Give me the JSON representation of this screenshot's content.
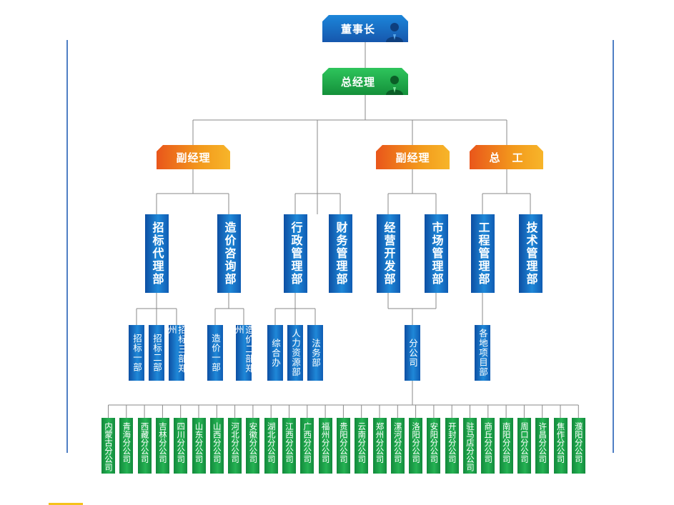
{
  "chairman": {
    "label": "董事长",
    "icon": "person-icon"
  },
  "gm": {
    "label": "总经理",
    "icon": "person-icon"
  },
  "vp1": {
    "label": "副经理"
  },
  "vp2": {
    "label": "副经理"
  },
  "chief": {
    "label": "总　工"
  },
  "departments": {
    "bidding": "招标代理部",
    "consulting": "造价咨询部",
    "admin": "行政管理部",
    "finance": "财务管理部",
    "business": "经营开发部",
    "market": "市场管理部",
    "engineering": "工程管理部",
    "tech": "技术管理部"
  },
  "sub_units": {
    "bid1": "招标一部",
    "bid2": "招标二部",
    "bid3": "招标三部郑州",
    "cost1": "造价一部",
    "cost2": "造价二部郑州",
    "general_office": "综合办",
    "hr": "人力资源部",
    "legal": "法务部",
    "branch_co": "分公司",
    "local_projects": "各地项目部"
  },
  "branches": [
    "内蒙古分公司",
    "青海分公司",
    "西藏分公司",
    "吉林分公司",
    "四川分公司",
    "山东分公司",
    "山西分公司",
    "河北分公司",
    "安徽分公司",
    "湖北分公司",
    "江西分公司",
    "广西分公司",
    "福州分公司",
    "贵阳分公司",
    "云南分公司",
    "郑州分公司",
    "漯河分公司",
    "洛阳分公司",
    "安阳分公司",
    "开封分公司",
    "驻马店分公司",
    "商丘分公司",
    "南阳分公司",
    "周口分公司",
    "许昌分公司",
    "焦作分公司",
    "濮阳分公司"
  ]
}
